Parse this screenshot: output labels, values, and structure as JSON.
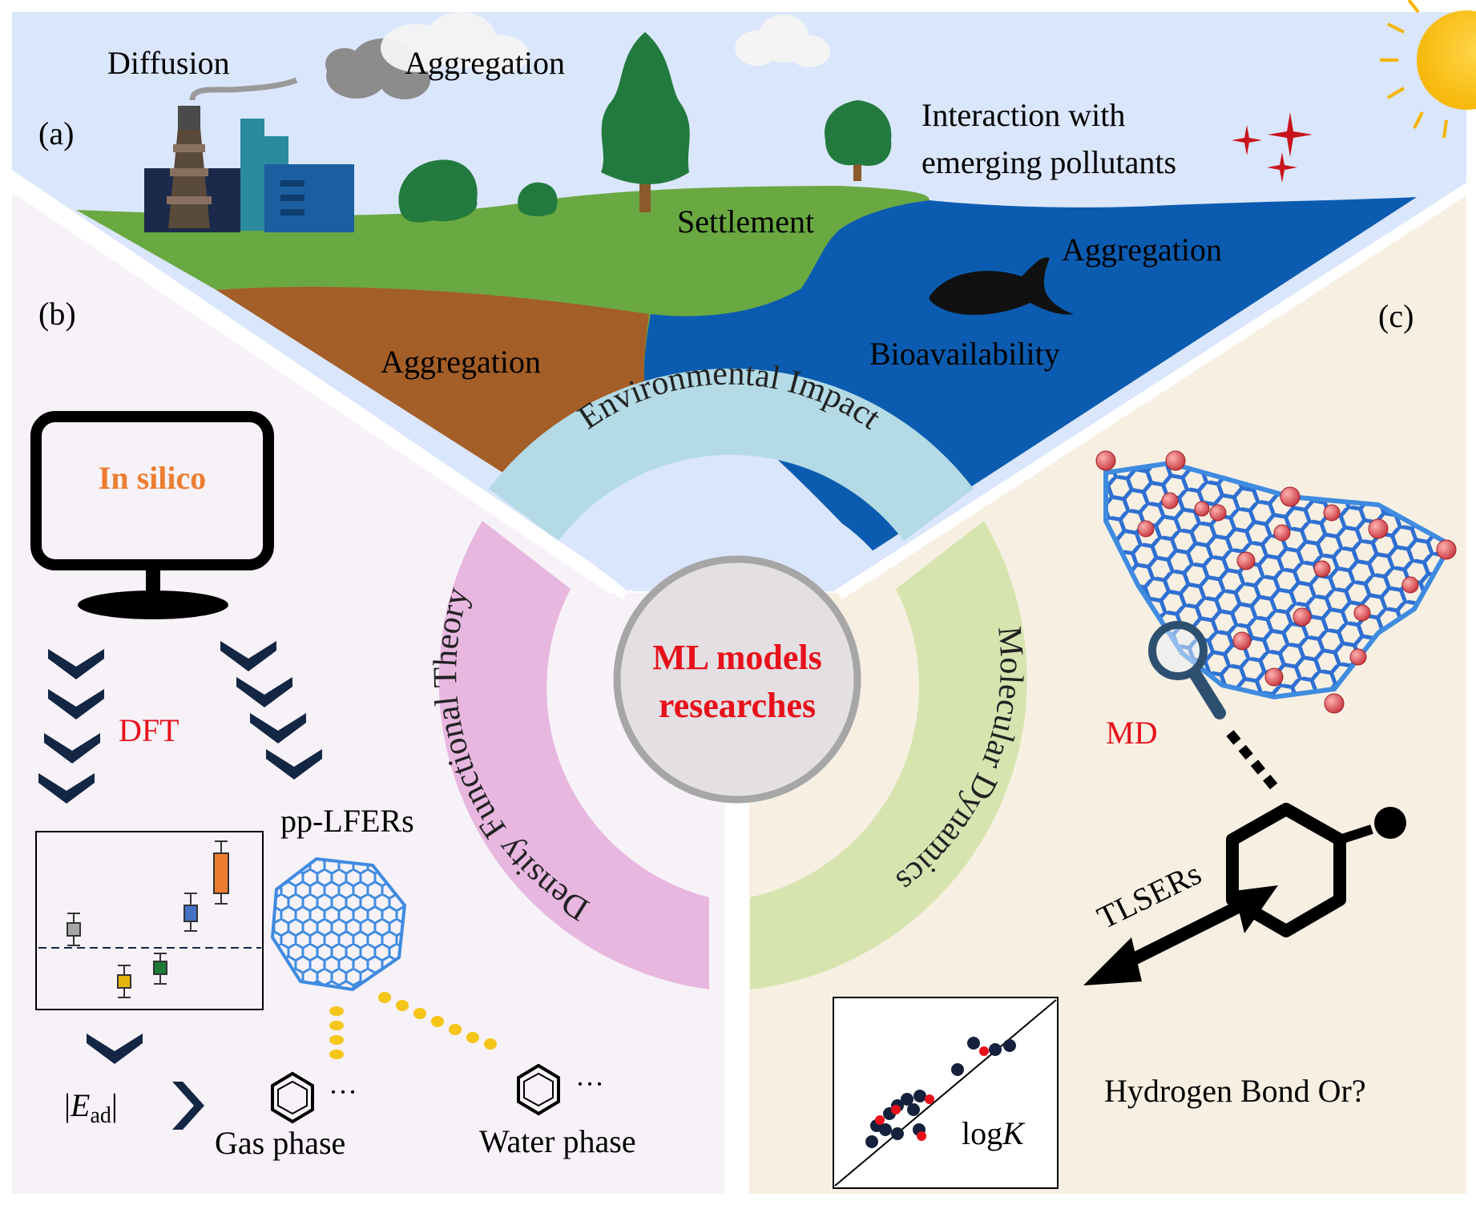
{
  "panels": {
    "a": {
      "tag": "(a)",
      "labels": {
        "diffusion": "Diffusion",
        "aggregation_air": "Aggregation",
        "interaction_line1": "Interaction with",
        "interaction_line2": "emerging pollutants",
        "settlement": "Settlement",
        "aggregation_water": "Aggregation",
        "aggregation_soil": "Aggregation",
        "bioavailability": "Bioavailability"
      }
    },
    "b": {
      "tag": "(b)",
      "monitor_text": "In silico",
      "dft": "DFT",
      "pp_lfers": "pp-LFERs",
      "ead_main": "E",
      "ead_sub": "ad",
      "gas_phase": "Gas phase",
      "water_phase": "Water phase",
      "ellipsis": "···",
      "boxplot_colors": [
        "#a6a6a6",
        "#e5b50f",
        "#1f7a3a",
        "#4472c4",
        "#ed7d31"
      ]
    },
    "c": {
      "tag": "(c)",
      "md": "MD",
      "tlsers": "TLSERs",
      "logk_main": "log",
      "logk_var": "K",
      "hydrogen_bond": "Hydrogen Bond Or?"
    }
  },
  "center": {
    "title_line1": "ML models",
    "title_line2": "researches",
    "ring_top": "Environmental Impact",
    "ring_left": "Density Functional Theory",
    "ring_right": "Molecular Dynamics"
  },
  "colors": {
    "sky": "#dae6fc",
    "left_bg": "#f7f2f8",
    "right_bg": "#f7f0e2",
    "grass": "#6aa842",
    "soil": "#a45e27",
    "water": "#0b5cb0",
    "ring_top": "#b3dae5",
    "ring_left": "#e8b7e0",
    "ring_right": "#d7e4b0",
    "accent_red": "#e8101a",
    "accent_orange": "#ed7d31"
  }
}
